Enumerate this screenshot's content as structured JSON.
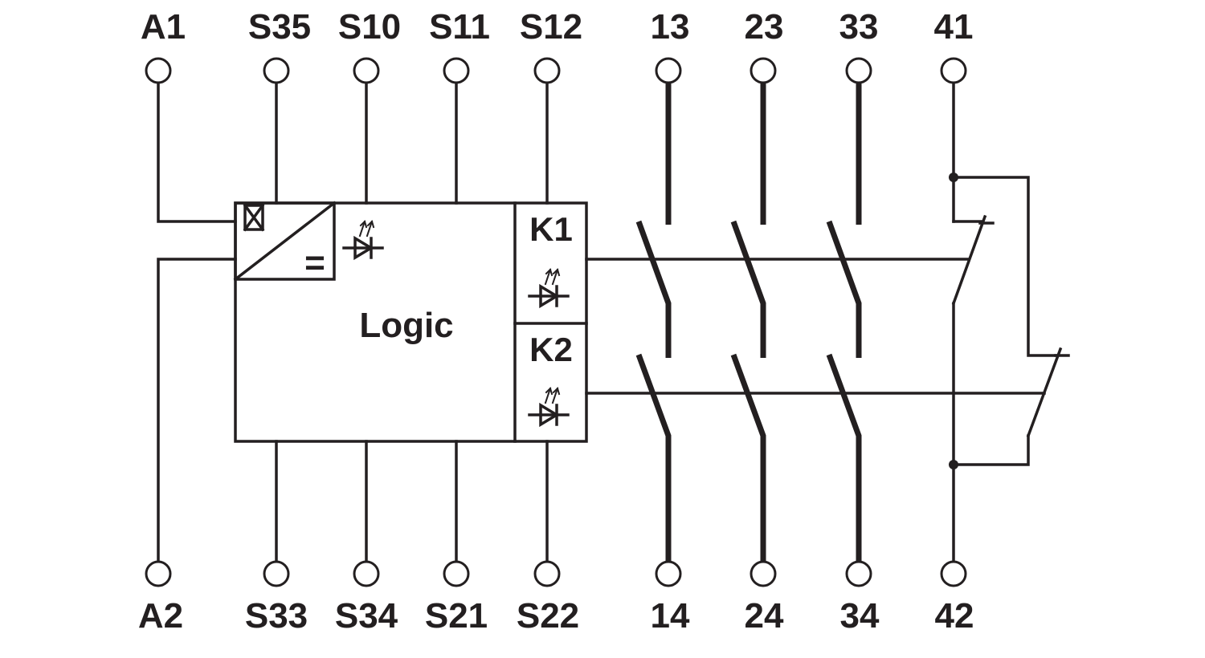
{
  "terminals": {
    "top": {
      "a1": "A1",
      "s35": "S35",
      "s10": "S10",
      "s11": "S11",
      "s12": "S12",
      "t13": "13",
      "t23": "23",
      "t33": "33",
      "t41": "41"
    },
    "bottom": {
      "a2": "A2",
      "s33": "S33",
      "s34": "S34",
      "s21": "S21",
      "s22": "S22",
      "t14": "14",
      "t24": "24",
      "t34": "34",
      "t42": "42"
    }
  },
  "blocks": {
    "logic": "Logic",
    "relay1": "K1",
    "relay2": "K2",
    "power_symbol": "="
  },
  "colors": {
    "ink": "#231f20",
    "background": "#ffffff"
  }
}
